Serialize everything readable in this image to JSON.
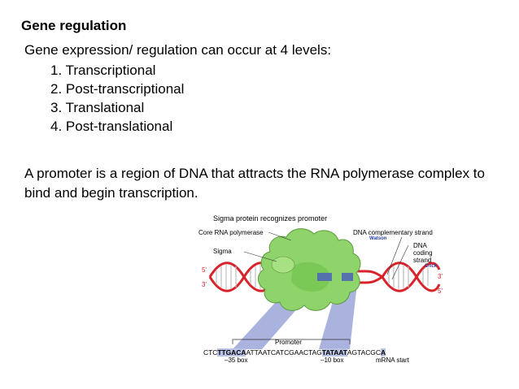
{
  "slide": {
    "title": "Gene regulation",
    "intro": "Gene expression/ regulation  can occur at 4 levels:",
    "levels": [
      "1.  Transcriptional",
      "2.  Post-transcriptional",
      "3.  Translational",
      "4.  Post-translational"
    ],
    "promoter_text": "A promoter is a region of DNA that attracts the RNA polymerase complex to bind and begin transcription."
  },
  "figure": {
    "title": "Sigma protein recognizes promoter",
    "core_rna_polymerase": "Core RNA polymerase",
    "sigma": "Sigma",
    "dna_complementary_strand": "DNA complementary strand",
    "watson": "Watson",
    "dna_coding": "DNA",
    "coding": "coding",
    "strand": "strand",
    "crick": "Crick",
    "left_top_end": "5'",
    "left_bottom_end": "3'",
    "right_top_end": "3'",
    "right_bottom_end": "5'",
    "promoter": "Promoter",
    "sequence": {
      "part1": "CTC",
      "box35": "TTGACA",
      "part2": "ATTAATCATCGAACTAG",
      "box10": "TATAAT",
      "part3": "AGTACGC",
      "start": "A"
    },
    "box35_label": "–35 box",
    "box10_label": "–10 box",
    "mrna_start": "mRNA start",
    "colors": {
      "dna_red": "#d8232a",
      "polymerase_green": "#8ed46a",
      "promoter_blue": "#9aa6d8"
    }
  }
}
